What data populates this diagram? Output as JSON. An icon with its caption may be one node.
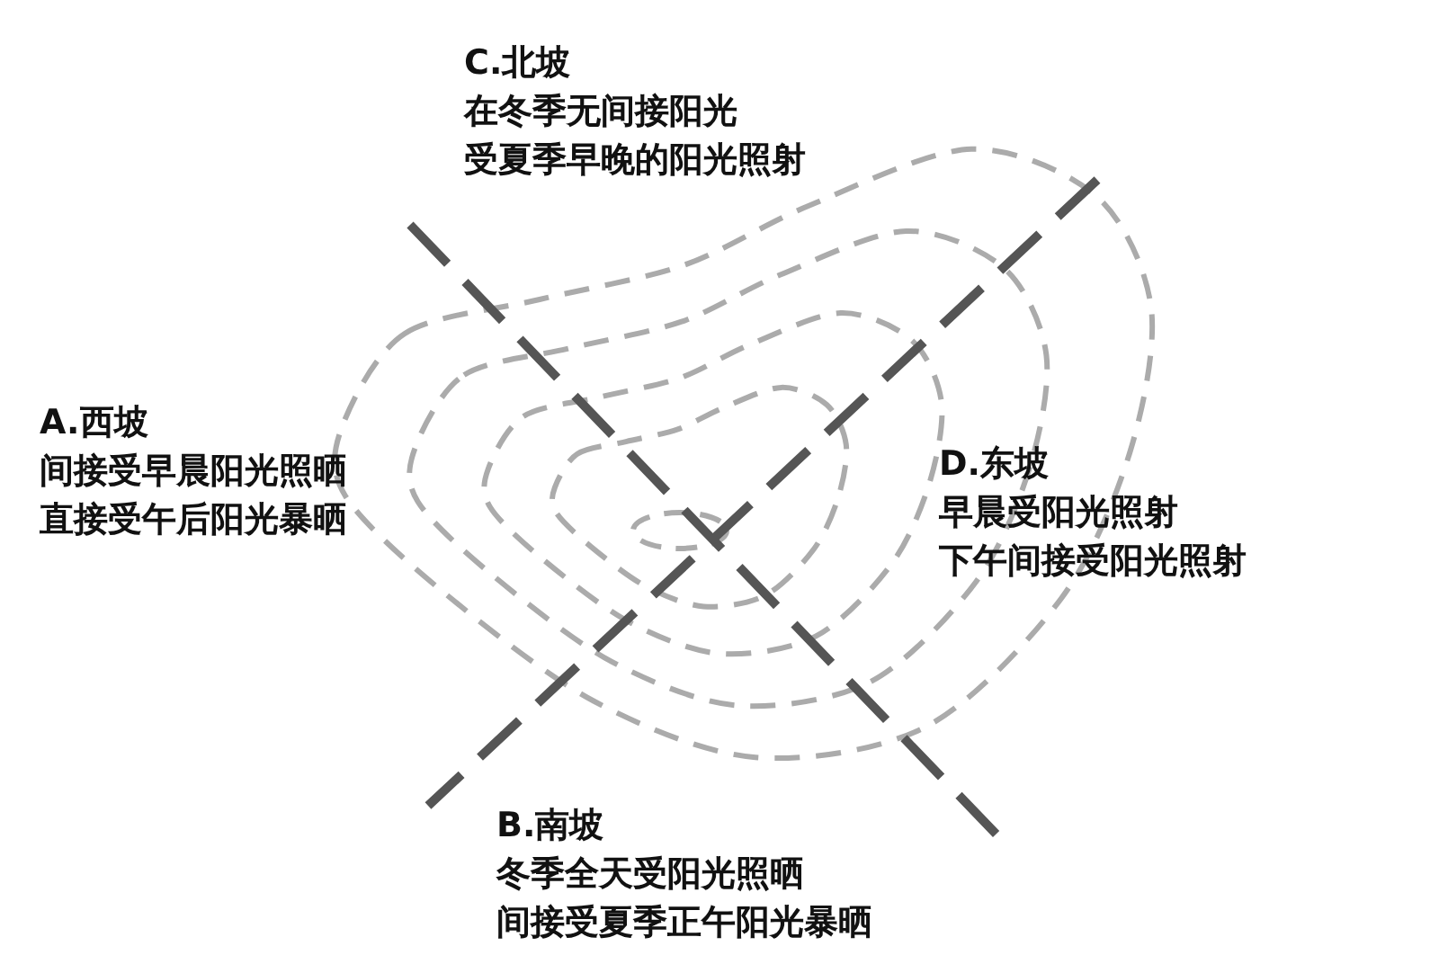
{
  "diagram": {
    "labels": [
      "C.北坡",
      "在冬季无间接阳光",
      "受夏季早晚的阳光照射",
      "A.西坡",
      "间接受早晨阳光照晒",
      "直接受午后阳光暴晒",
      "D.东坡",
      "早晨受阳光照射",
      "下午间接受阳光照射",
      "B.南坡",
      "冬季全天受阳光照晒",
      "间接受夏季正午阳光暴晒"
    ]
  }
}
